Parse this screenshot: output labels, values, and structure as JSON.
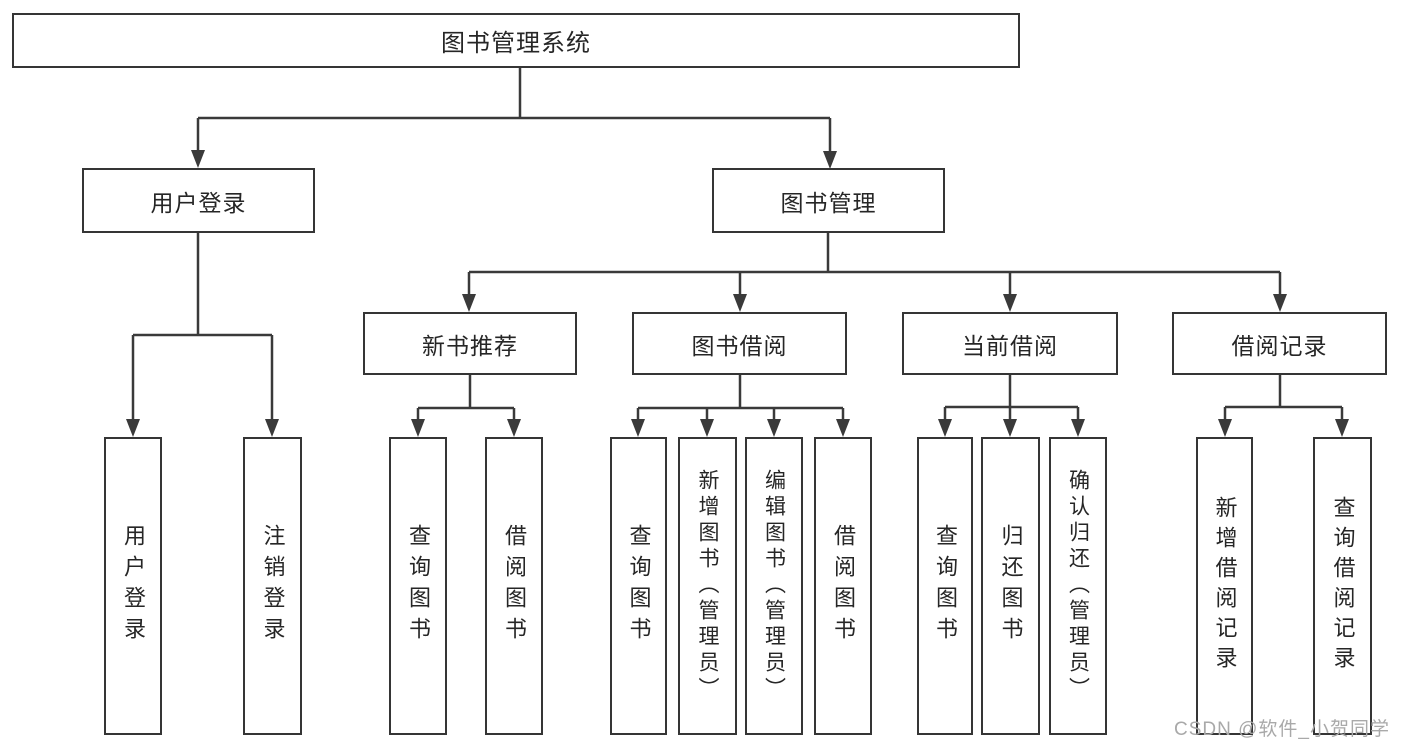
{
  "nodes": {
    "root": {
      "label": "图书管理系统"
    },
    "user_login": {
      "label": "用户登录"
    },
    "book_mgmt": {
      "label": "图书管理"
    },
    "new_book_rec": {
      "label": "新书推荐"
    },
    "book_borrow": {
      "label": "图书借阅"
    },
    "current_borrow": {
      "label": "当前借阅"
    },
    "borrow_record": {
      "label": "借阅记录"
    }
  },
  "leaves": {
    "user_login": [
      {
        "label": "用户登录"
      },
      {
        "label": "注销登录"
      }
    ],
    "new_book_rec": [
      {
        "label": "查询图书"
      },
      {
        "label": "借阅图书"
      }
    ],
    "book_borrow": [
      {
        "label": "查询图书"
      },
      {
        "label": "新增图书（管理员）"
      },
      {
        "label": "编辑图书（管理员）"
      },
      {
        "label": "借阅图书"
      }
    ],
    "current_borrow": [
      {
        "label": "查询图书"
      },
      {
        "label": "归还图书"
      },
      {
        "label": "确认归还（管理员）"
      }
    ],
    "borrow_record": [
      {
        "label": "新增借阅记录"
      },
      {
        "label": "查询借阅记录"
      }
    ]
  },
  "watermark": "CSDN @软件_小贺同学",
  "colors": {
    "line": "#3a3a3a",
    "text": "#262626",
    "watermark": "#a9a9a9",
    "background": "#ffffff"
  }
}
